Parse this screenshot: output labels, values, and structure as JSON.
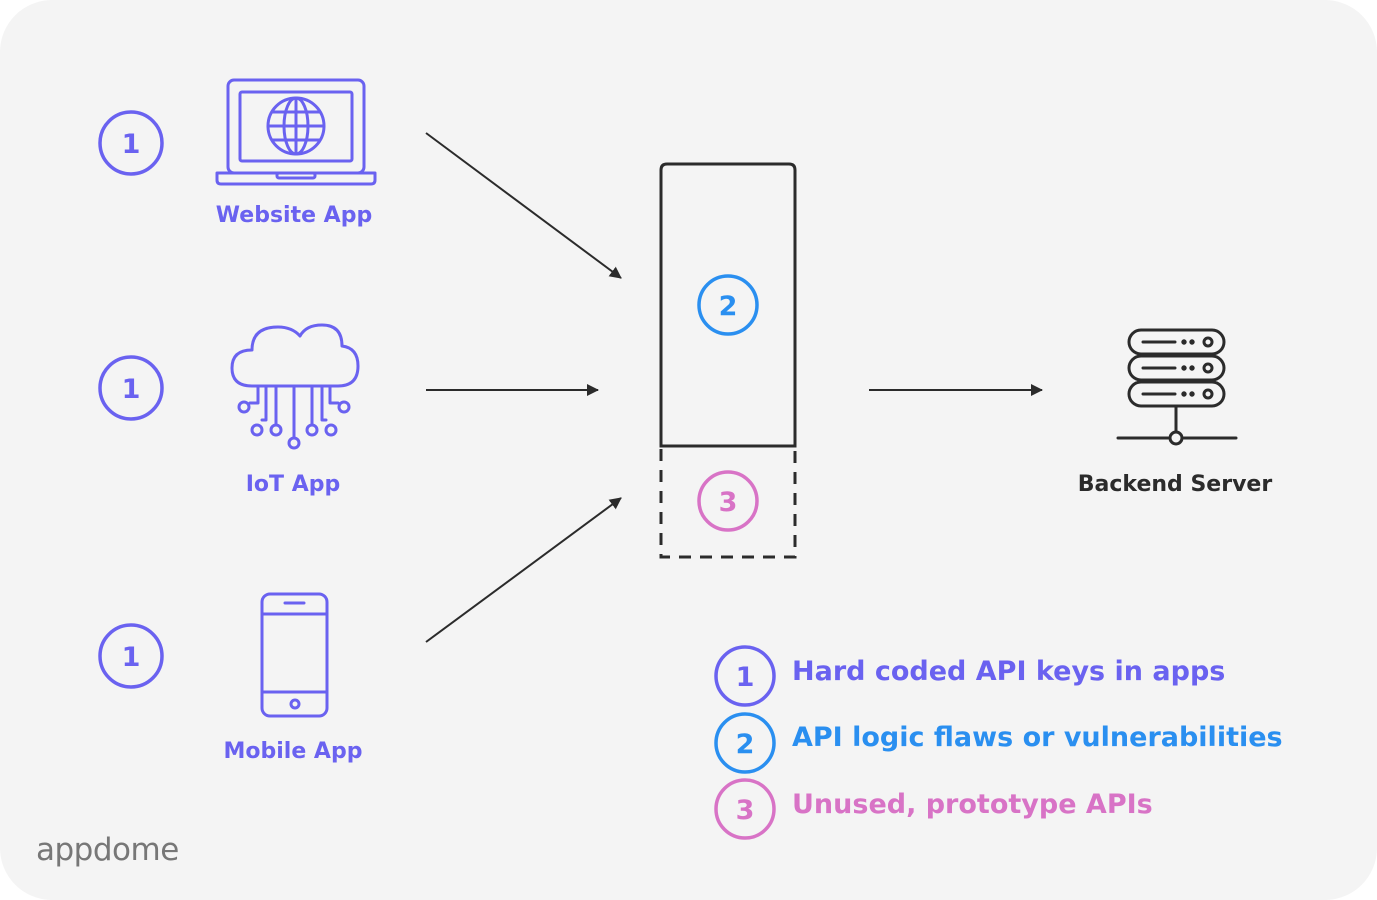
{
  "colors": {
    "background": "#f4f4f4",
    "purple": "#6a62f0",
    "blue": "#2a8ff0",
    "pink": "#d873c6",
    "dark": "#2b2b2b",
    "brand_gray": "#777777"
  },
  "clients": [
    {
      "badge": "1",
      "label": "Website App",
      "icon": "laptop-globe-icon"
    },
    {
      "badge": "1",
      "label": "IoT App",
      "icon": "cloud-iot-icon"
    },
    {
      "badge": "1",
      "label": "Mobile App",
      "icon": "smartphone-icon"
    }
  ],
  "api_gateway": {
    "active_badge": "2",
    "unused_badge": "3"
  },
  "server": {
    "label": "Backend Server",
    "icon": "server-rack-icon"
  },
  "legend": [
    {
      "badge": "1",
      "text": "Hard coded API keys in apps",
      "color": "#6a62f0"
    },
    {
      "badge": "2",
      "text": "API logic flaws or vulnerabilities",
      "color": "#2a8ff0"
    },
    {
      "badge": "3",
      "text": "Unused, prototype APIs",
      "color": "#d873c6"
    }
  ],
  "brand": "appdome"
}
